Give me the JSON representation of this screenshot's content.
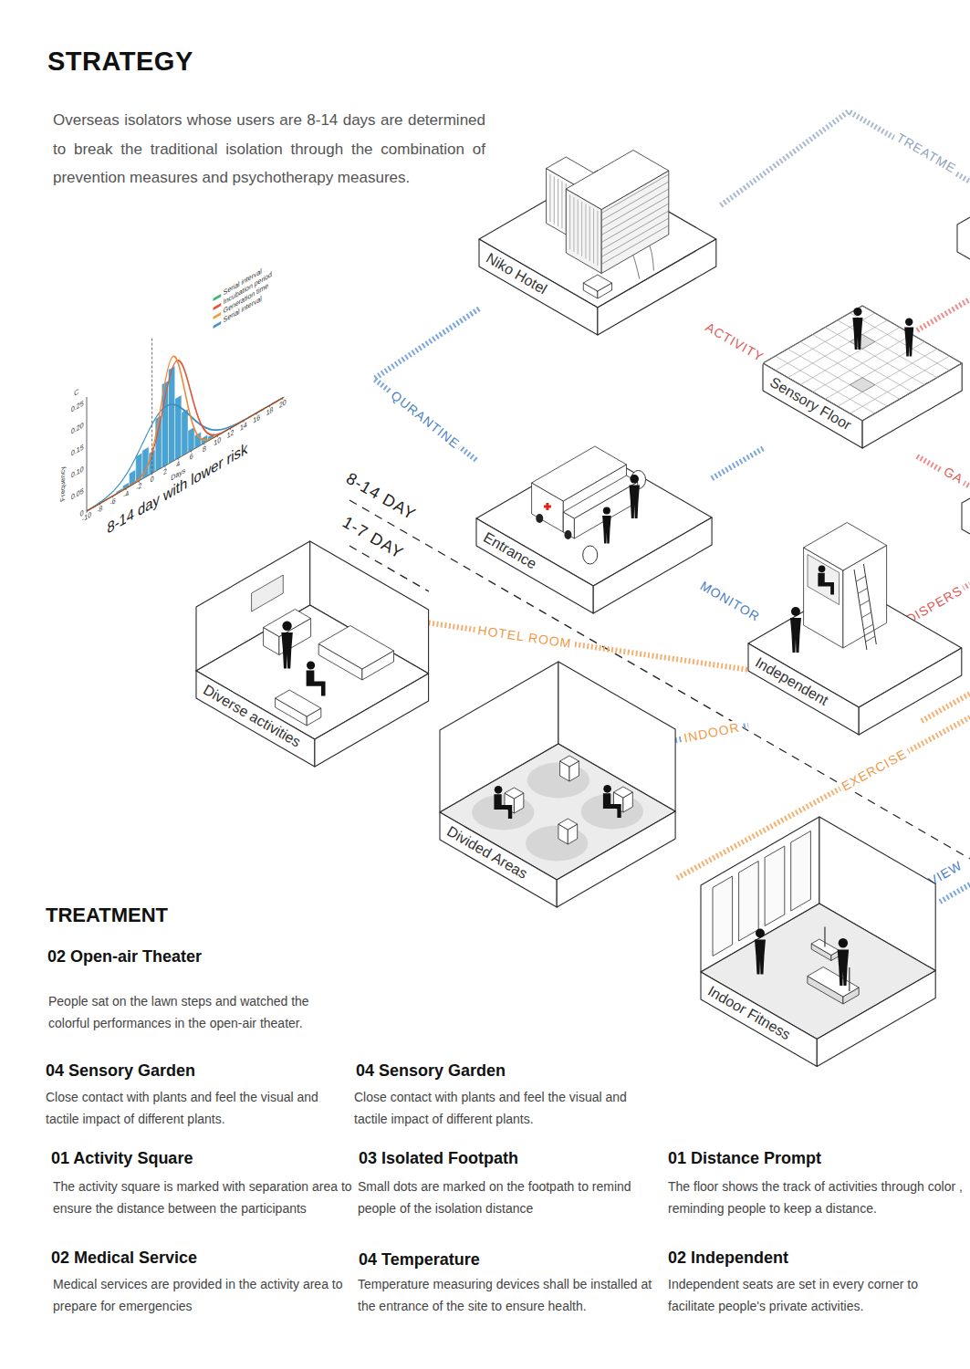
{
  "diagram": {
    "title": "STRATEGY",
    "nodes": [
      {
        "text": [
          "Niko Hotel"
        ]
      },
      {
        "text": [
          "Sensory Floor"
        ]
      },
      {
        "text": [
          "Entrance"
        ]
      },
      {
        "text": [
          "Independent"
        ]
      },
      {
        "text": [
          "Diverse activities"
        ]
      },
      {
        "text": [
          "Divided Areas"
        ]
      },
      {
        "text": [
          "Indoor Fitness"
        ]
      }
    ],
    "edges": [
      {
        "from": 0,
        "to": 2,
        "label": "QURANTINE",
        "arrow": "none"
      },
      {
        "from": 0,
        "to": 1,
        "label": "ACTIVITY",
        "arrow": "none"
      },
      {
        "from": 2,
        "to": 1,
        "arrow": "none"
      },
      {
        "from": 2,
        "to": 3,
        "label": "MONITOR",
        "arrow": "none"
      },
      {
        "from": 4,
        "to": 3,
        "label": "HOTEL ROOM",
        "arrow": "none"
      },
      {
        "from": 5,
        "to": 3,
        "label": "INDOOR",
        "arrow": "none"
      }
    ],
    "labels": [
      "Overseas isolators whose users are 8-14 days are determined to break the traditional isolation through the combination of prevention measures and psychotherapy measures.",
      "C",
      "0.25",
      "0.20",
      "0.15",
      "0.10",
      "0.05",
      "0",
      "Frequency",
      "-10",
      "-8",
      "-6",
      "-4",
      "-2",
      "0",
      "2",
      "4",
      "6",
      "8",
      "10",
      "12",
      "14",
      "16",
      "18",
      "20",
      "Days",
      "8-14 day with lower risk",
      "8-14 DAY",
      "1-7 DAY",
      "TREATME",
      "DISPERS",
      "GA",
      "EXERCISE",
      "VIEW",
      "TREATMENT",
      "02 Open-air Theater",
      "People sat on the lawn steps and watched the colorful performances in the open-air theater.",
      "04 Sensory Garden",
      "Close contact with plants and feel the visual and tactile impact of different plants.",
      "04 Sensory Garden",
      "Close contact with plants and feel the visual and tactile impact of different plants.",
      "01 Activity Square",
      "The activity square is marked with separation area to ensure the distance between the participants",
      "03 Isolated Footpath",
      "Small dots are marked on the footpath to remind people of the isolation distance",
      "01 Distance Prompt",
      "The floor shows the track of activities through color , reminding people to keep a distance.",
      "02 Medical Service",
      "Medical services are provided in the activity area to prepare for emergencies",
      "04 Temperature",
      "Temperature measuring devices shall be installed at the entrance of the site to ensure health.",
      "02 Independent",
      "Independent seats are set in every corner to facilitate people's private activities."
    ],
    "legend": [
      {
        "text": "Serial interval",
        "color": "#3cb371"
      },
      {
        "text": "Incubation period",
        "color": "#e8503a"
      },
      {
        "text": "Generation time",
        "color": "#f29b38"
      },
      {
        "text": "Serial interval",
        "color": "#4a90c8"
      }
    ]
  }
}
